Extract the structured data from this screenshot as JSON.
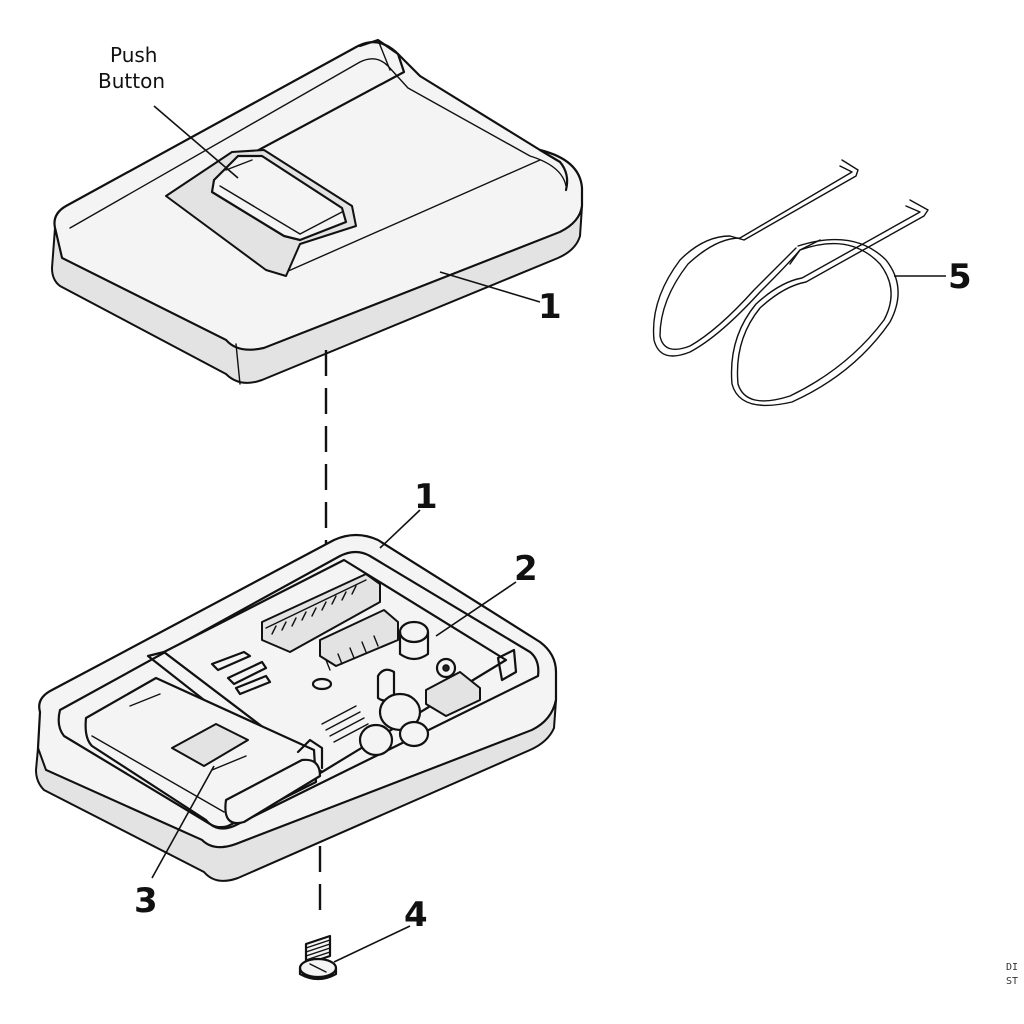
{
  "labels": {
    "push_button_line1": "Push",
    "push_button_line2": "Button"
  },
  "callouts": {
    "cover": "1",
    "case": "1",
    "circuit_board": "2",
    "battery": "3",
    "screw": "4",
    "visor_clip": "5"
  },
  "corner_text": {
    "line1": "DI",
    "line2": "ST"
  }
}
